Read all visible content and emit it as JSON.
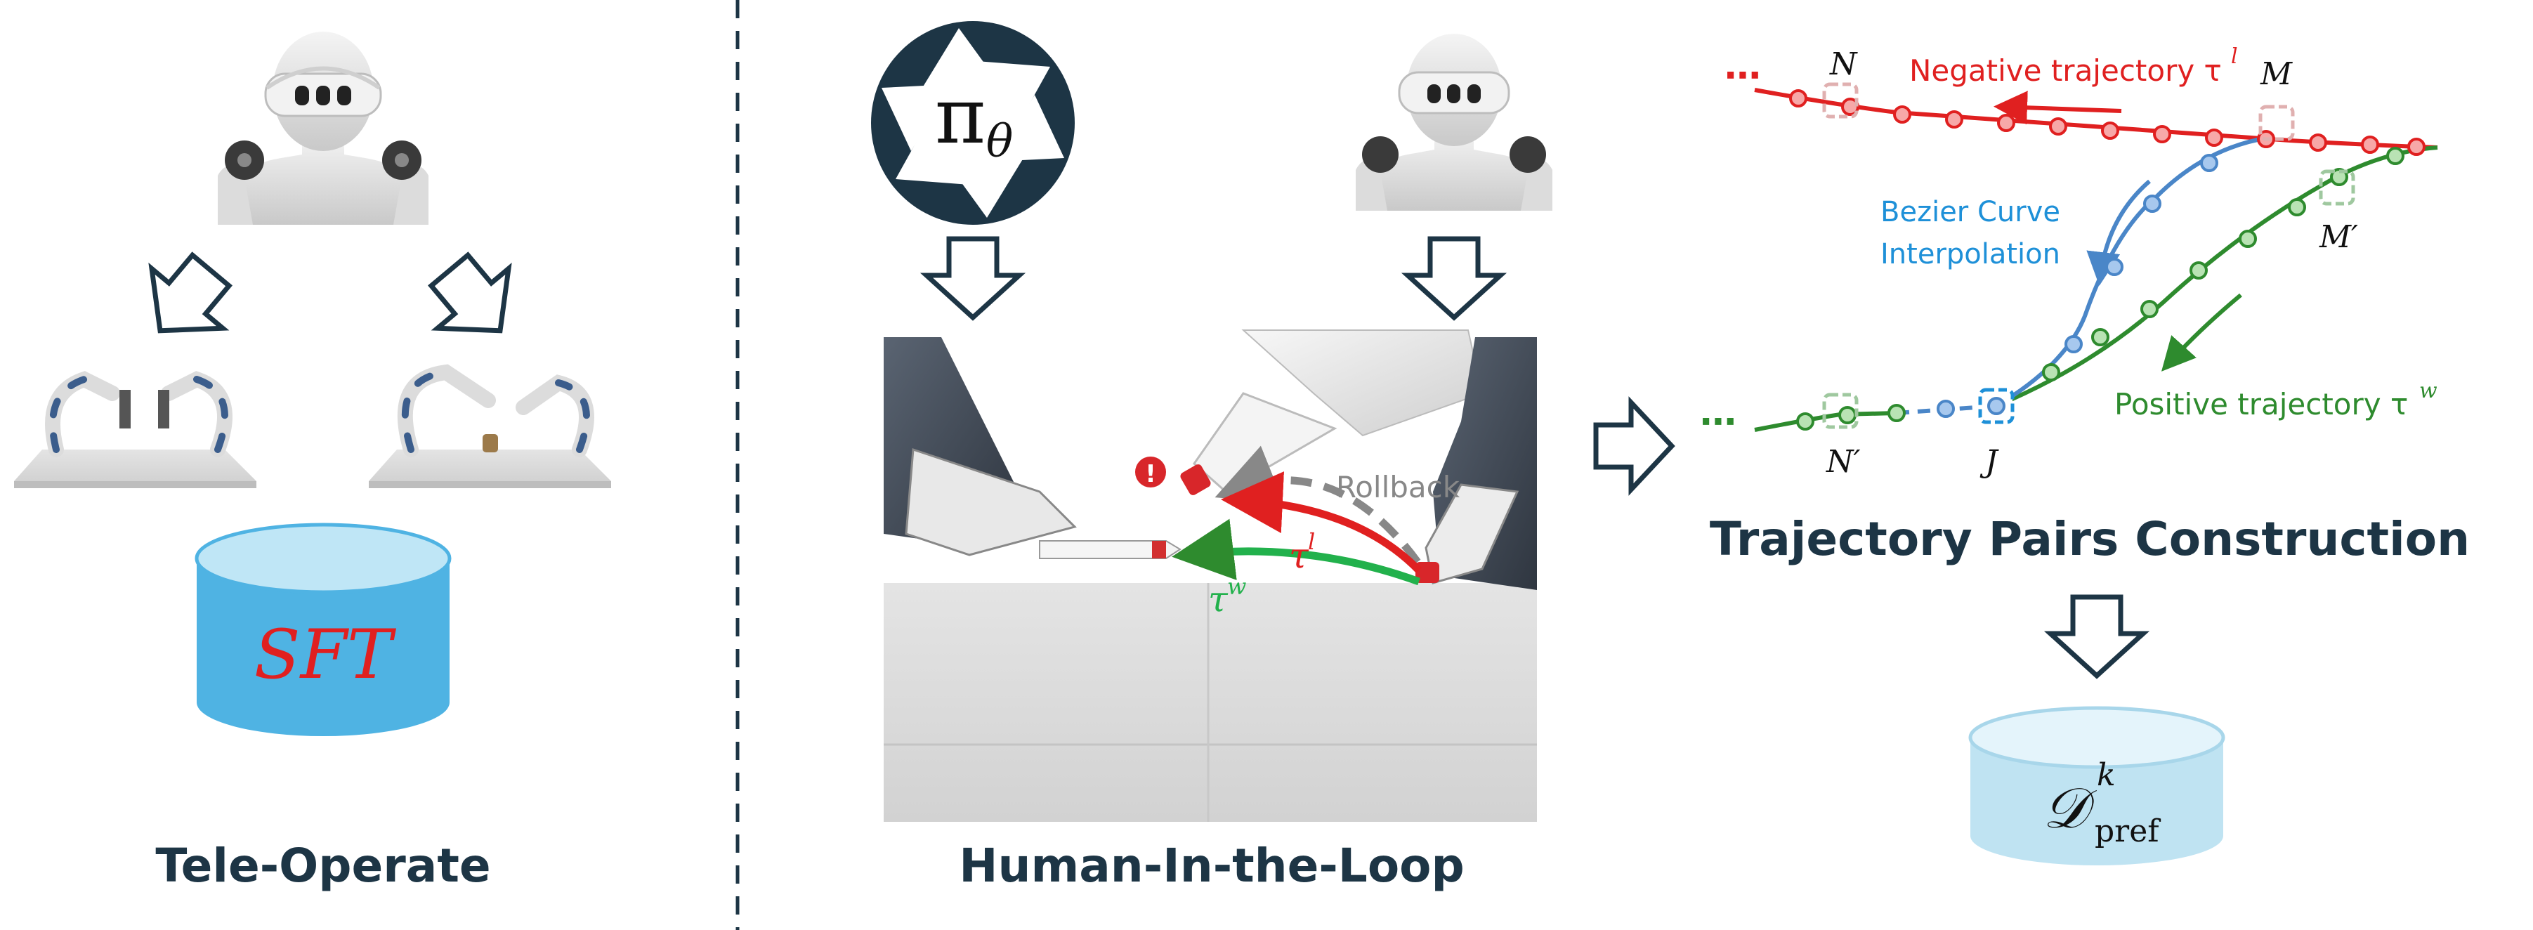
{
  "panels": {
    "teleop": {
      "title": "Tele-Operate",
      "dataset_label": "SFT"
    },
    "hitl": {
      "title": "Human-In-the-Loop",
      "policy_symbol": "π",
      "policy_subscript": "θ",
      "rollback_label": "Rollback",
      "loser_label": "τ",
      "loser_sup": "l",
      "winner_label": "τ",
      "winner_sup": "w",
      "alert_symbol": "!"
    },
    "pairs": {
      "title": "Trajectory Pairs Construction",
      "negative_label": "Negative trajectory τ",
      "negative_sup": "l",
      "positive_label": "Positive trajectory τ",
      "positive_sup": "w",
      "bezier_label_line1": "Bezier Curve",
      "bezier_label_line2": "Interpolation",
      "ellipsis_top": "⋯",
      "ellipsis_bottom": "⋯",
      "points": {
        "N": "N",
        "M": "M",
        "M_prime": "M′",
        "N_prime": "N′",
        "J": "J"
      },
      "dataset_symbol": "𝒟",
      "dataset_sup": "k",
      "dataset_sub": "pref"
    }
  },
  "colors": {
    "navy": "#1d3545",
    "negative": "#e02020",
    "positive": "#2e8b2e",
    "bezier": "#4a86c8",
    "bezier_text": "#1e90d8",
    "rollback": "#888888",
    "cylinder_sft": "#4fb3e3",
    "cylinder_pref": "#bfe3f2"
  }
}
